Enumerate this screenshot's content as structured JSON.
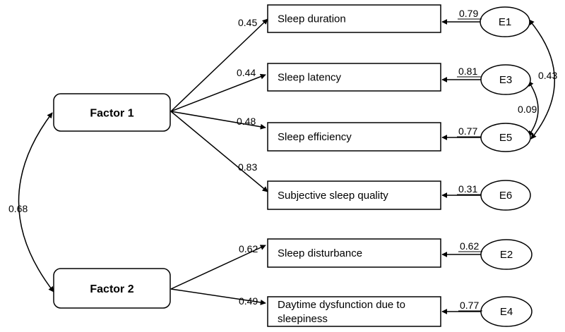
{
  "factors": [
    {
      "id": "f1",
      "label": "Factor 1"
    },
    {
      "id": "f2",
      "label": "Factor 2"
    }
  ],
  "indicators": [
    {
      "id": "i1",
      "lines": [
        "Sleep duration"
      ]
    },
    {
      "id": "i2",
      "lines": [
        "Sleep latency"
      ]
    },
    {
      "id": "i3",
      "lines": [
        "Sleep efficiency"
      ]
    },
    {
      "id": "i4",
      "lines": [
        "Subjective sleep quality"
      ]
    },
    {
      "id": "i5",
      "lines": [
        "Sleep disturbance"
      ]
    },
    {
      "id": "i6",
      "lines": [
        "Daytime dysfunction due to",
        "sleepiness"
      ]
    }
  ],
  "errors": [
    {
      "id": "e1",
      "label": "E1"
    },
    {
      "id": "e3",
      "label": "E3"
    },
    {
      "id": "e5",
      "label": "E5"
    },
    {
      "id": "e6",
      "label": "E6"
    },
    {
      "id": "e2",
      "label": "E2"
    },
    {
      "id": "e4",
      "label": "E4"
    }
  ],
  "loadings": [
    {
      "from": "f1",
      "to": "i1",
      "value": "0.45"
    },
    {
      "from": "f1",
      "to": "i2",
      "value": "0.44"
    },
    {
      "from": "f1",
      "to": "i3",
      "value": "0.48"
    },
    {
      "from": "f1",
      "to": "i4",
      "value": "0.83"
    },
    {
      "from": "f2",
      "to": "i5",
      "value": "0.62"
    },
    {
      "from": "f2",
      "to": "i6",
      "value": "0.49"
    }
  ],
  "error_paths": [
    {
      "from": "e1",
      "to": "i1",
      "value": "0.79"
    },
    {
      "from": "e3",
      "to": "i2",
      "value": "0.81"
    },
    {
      "from": "e5",
      "to": "i3",
      "value": "0.77"
    },
    {
      "from": "e6",
      "to": "i4",
      "value": "0.31"
    },
    {
      "from": "e2",
      "to": "i5",
      "value": "0.62"
    },
    {
      "from": "e4",
      "to": "i6",
      "value": "0.77"
    }
  ],
  "covariances": [
    {
      "a": "f1",
      "b": "f2",
      "value": "0.68"
    },
    {
      "a": "e1",
      "b": "e5",
      "value": "0.43"
    },
    {
      "a": "e3",
      "b": "e5",
      "value": "0.09"
    }
  ]
}
